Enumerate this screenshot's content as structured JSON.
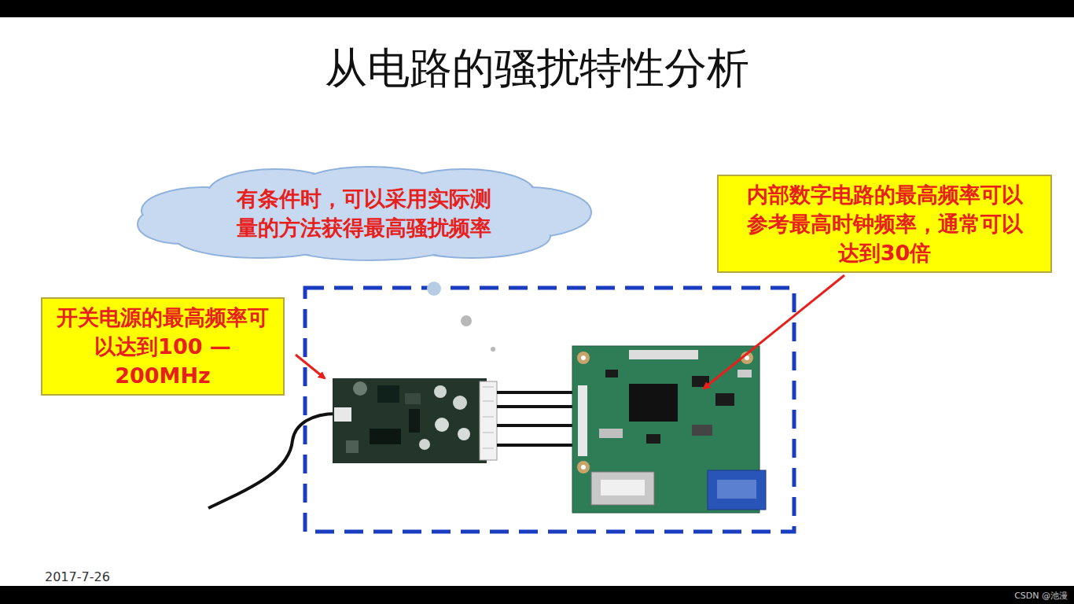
{
  "diagram": {
    "title": "从电路的骚扰特性分析",
    "nodes": [
      {
        "text": [
          "有条件时，可以采用实际测量的方法获得最高骚扰频率"
        ]
      },
      {
        "text": [
          "内部数字电路的最高频率可以参考最高时钟频率，通常可以达到30倍"
        ]
      },
      {
        "text": [
          "开关电源的最高频率可以达到100 — 200MHz"
        ]
      }
    ],
    "labels": [
      "2017-7-26",
      "CSDN @池漫"
    ]
  }
}
